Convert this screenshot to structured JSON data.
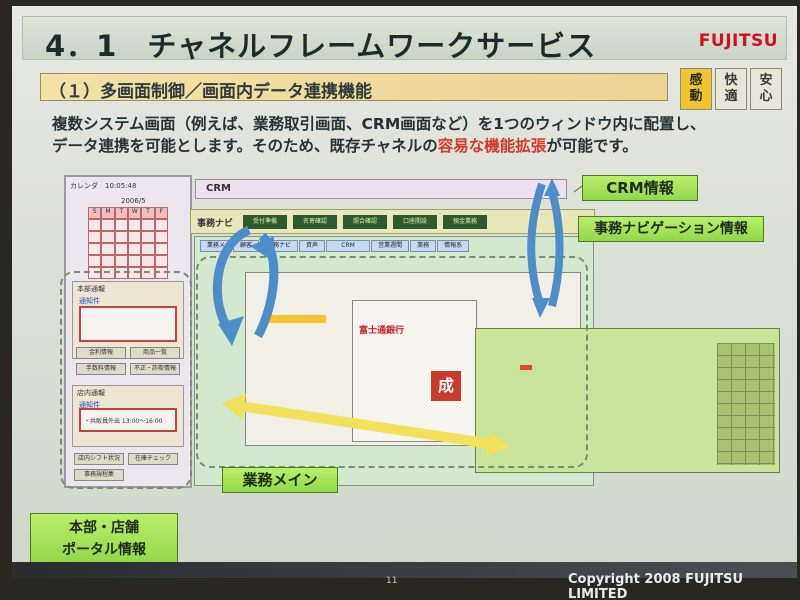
{
  "slide": {
    "title": "4．1　チャネルフレームワークサービス",
    "logo": "FUJITSU",
    "subtitle": "（１）多画面制御／画面内データ連携機能",
    "badges": [
      {
        "top": "感",
        "bottom": "動",
        "active": true
      },
      {
        "top": "快",
        "bottom": "適",
        "active": false
      },
      {
        "top": "安",
        "bottom": "心",
        "active": false
      }
    ],
    "body_line1": "複数システム画面（例えば、業務取引画面、CRM画面など）を1つのウィンドウ内に配置し、",
    "body_line2_a": "データ連携を可能とします。そのため、既存チャネルの",
    "body_line2_hl": "容易な機能拡張",
    "body_line2_b": "が可能です。",
    "page_number": "11",
    "copyright": "Copyright 2008 FUJITSU LIMITED"
  },
  "diagram": {
    "crm_label": "CRM",
    "nav_label": "事務ナビ",
    "nav_tabs": [
      "受付準備",
      "名寄確認",
      "照合確認",
      "口座開設",
      "預金業務"
    ],
    "main_tabs": [
      "業務メ",
      "顧客",
      "事務ナビ",
      "資声",
      "CRM",
      "営業週間",
      "業務",
      "情報系"
    ],
    "calendar_header": "カレンダ　10:05:48",
    "calendar_month": "2006/5",
    "calendar_days": [
      "S",
      "M",
      "T",
      "W",
      "T",
      "F"
    ],
    "panel1_label": "本部通報",
    "panel1_link": "通知件",
    "panel_buttons": [
      "金利情報",
      "商品一覧",
      "手数料情報",
      "不正・詐欺情報"
    ],
    "panel2_label": "店内通報",
    "panel2_link": "通知件",
    "panel2_text": "・共販員外出 13:00～16:00",
    "panel_buttons2": [
      "店内シフト状況",
      "在庫チェック",
      "事務規程集"
    ],
    "bank_name": "富士通銀行",
    "bank_big": "成",
    "callouts": {
      "crm": "CRM情報",
      "nav": "事務ナビゲーション情報",
      "main": "業務メイン",
      "portal_line1": "本部・店舗",
      "portal_line2": "ポータル情報"
    }
  },
  "colors": {
    "logo_red": "#d01020",
    "highlight_red": "#d5382a",
    "callout_green": "#a6e35a",
    "badge_yellow": "#f0c630",
    "arrow_blue": "#4d8ec9",
    "arrow_yellow": "#f0e25a"
  }
}
